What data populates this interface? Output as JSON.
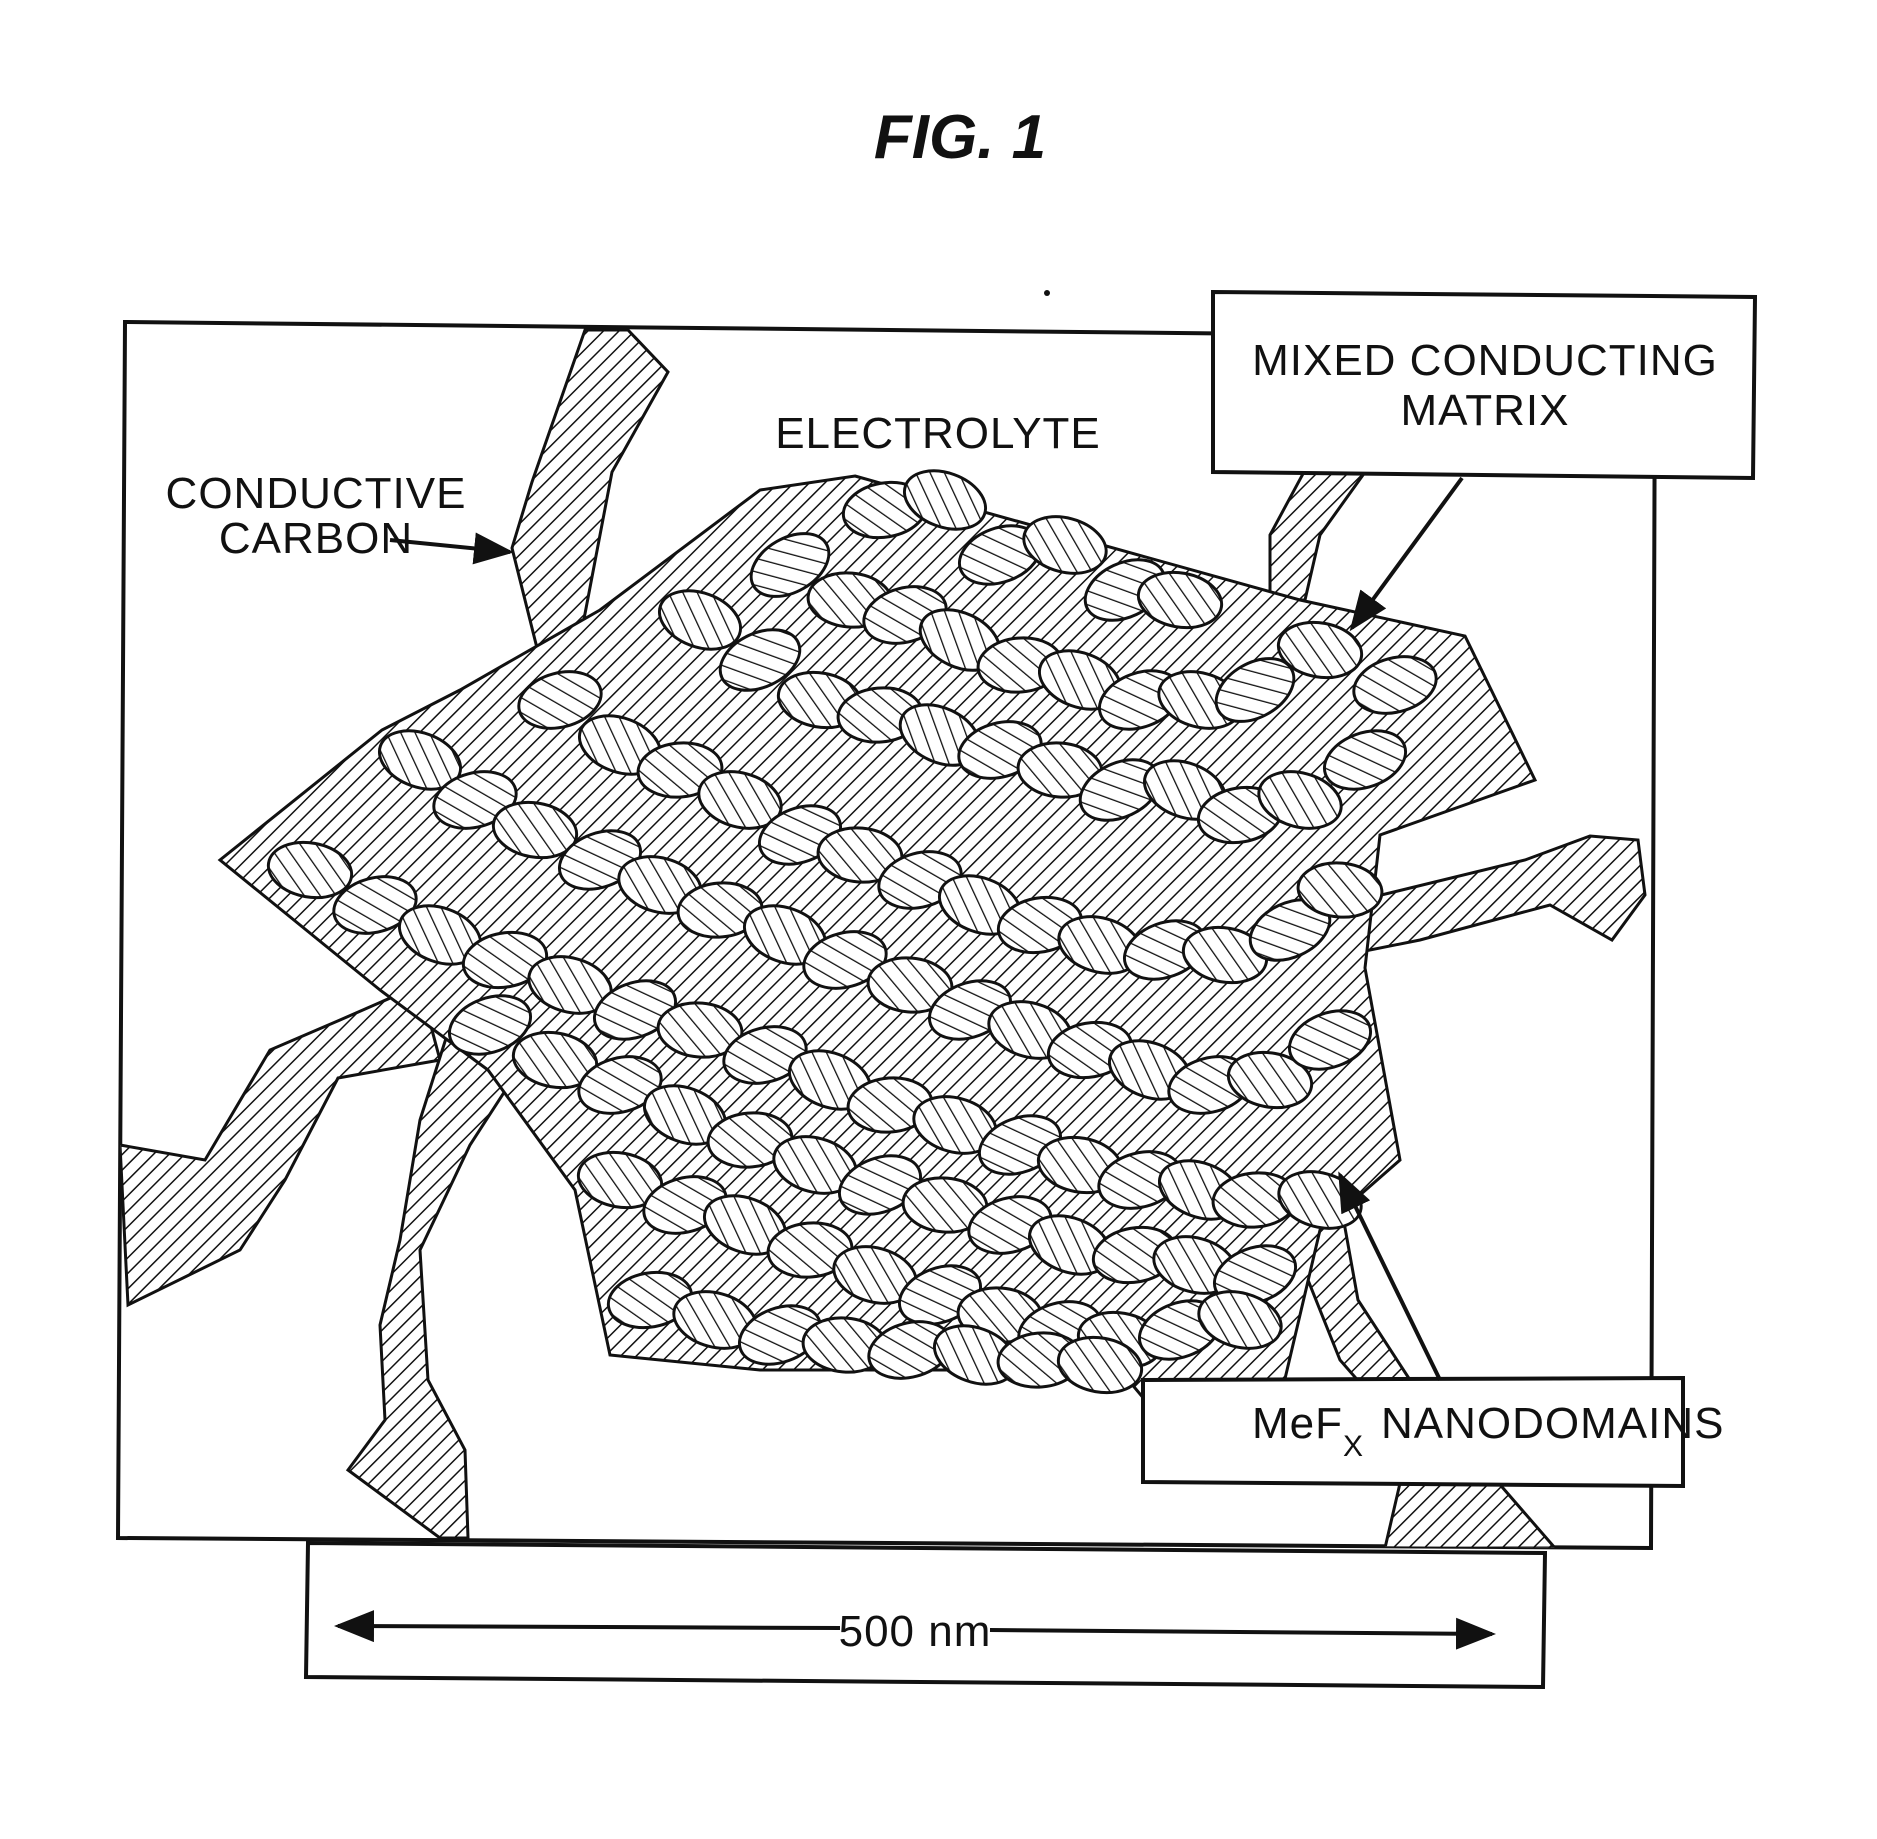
{
  "figure": {
    "title": "FIG. 1"
  },
  "labels": {
    "electrolyte": "ELECTROLYTE",
    "conductive_carbon": [
      "CONDUCTIVE",
      "CARBON"
    ],
    "mixed_conducting_matrix": [
      "MIXED CONDUCTING",
      "MATRIX"
    ],
    "nanodomains": {
      "prefix": "MeF",
      "subscript": "X",
      "suffix": "NANODOMAINS"
    }
  },
  "scale_bar": {
    "label": "500 nm"
  },
  "colors": {
    "line": "#111111",
    "background": "#ffffff"
  }
}
